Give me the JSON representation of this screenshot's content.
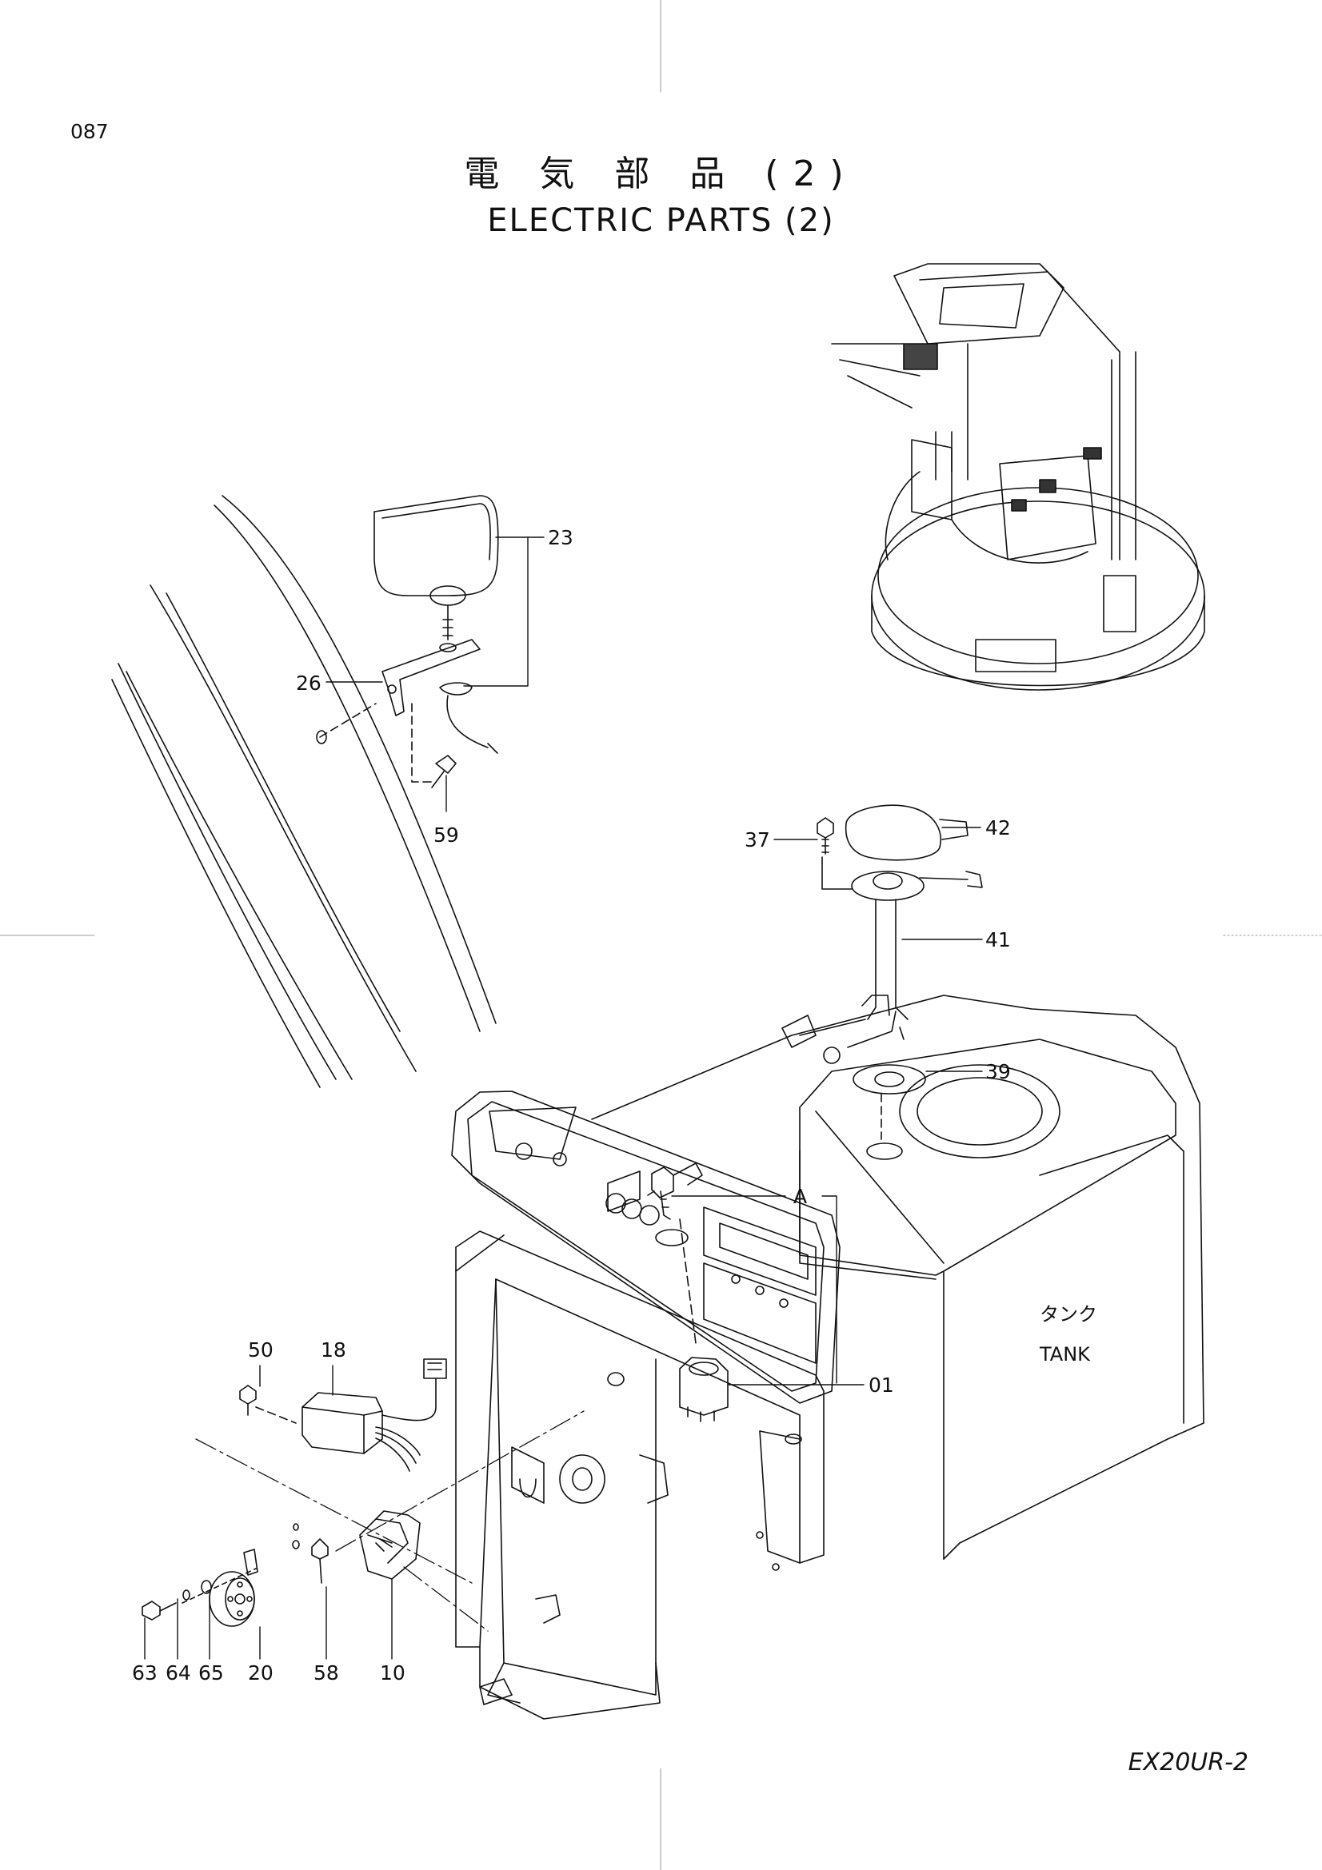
{
  "page_number": "087",
  "title_ja": "電 気 部 品 (2)",
  "title_en": "ELECTRIC PARTS (2)",
  "model_code": "EX20UR-2",
  "tank_label_ja": "タンク",
  "tank_label_en": "TANK",
  "part_labels": {
    "p23": "23",
    "p26": "26",
    "p59": "59",
    "p37": "37",
    "p42": "42",
    "p41": "41",
    "p39": "39",
    "pA": "A",
    "p01": "01",
    "p50": "50",
    "p18": "18",
    "p63": "63",
    "p64": "64",
    "p65": "65",
    "p20": "20",
    "p58": "58",
    "p10": "10"
  }
}
